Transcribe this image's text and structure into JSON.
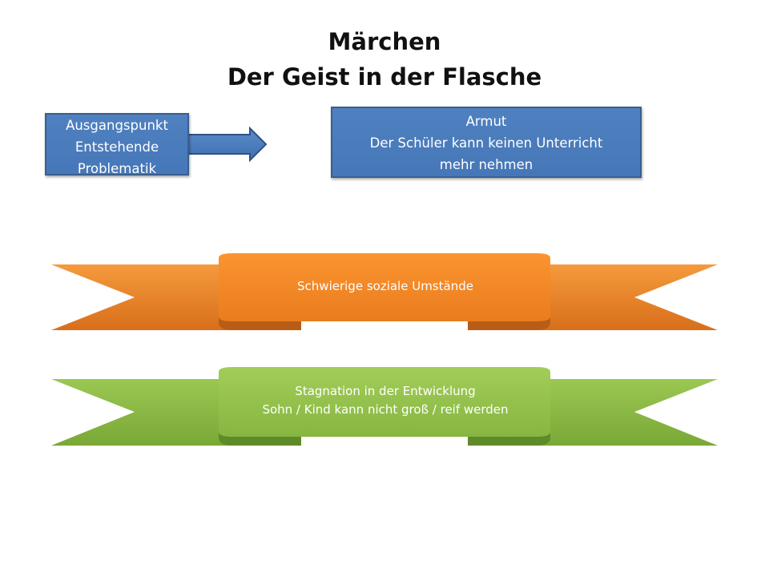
{
  "title": {
    "line1": "Märchen",
    "line2": "Der Geist in der Flasche"
  },
  "start_box": {
    "lines": [
      "Ausgangspunkt",
      "Entstehende",
      "Problematik"
    ]
  },
  "result_box": {
    "lines": [
      "Armut",
      "Der Schüler kann keinen Unterricht",
      "mehr nehmen"
    ]
  },
  "ribbons": [
    {
      "lines": [
        "Schwierige soziale Umstände"
      ],
      "color": "#f0892a"
    },
    {
      "lines": [
        "Stagnation in der Entwicklung",
        "Sohn / Kind kann nicht groß / reif  werden"
      ],
      "color": "#8cbc44"
    }
  ],
  "colors": {
    "box_blue": "#4f81c0",
    "ribbon_orange": "#f0892a",
    "ribbon_green": "#8cbc44"
  }
}
